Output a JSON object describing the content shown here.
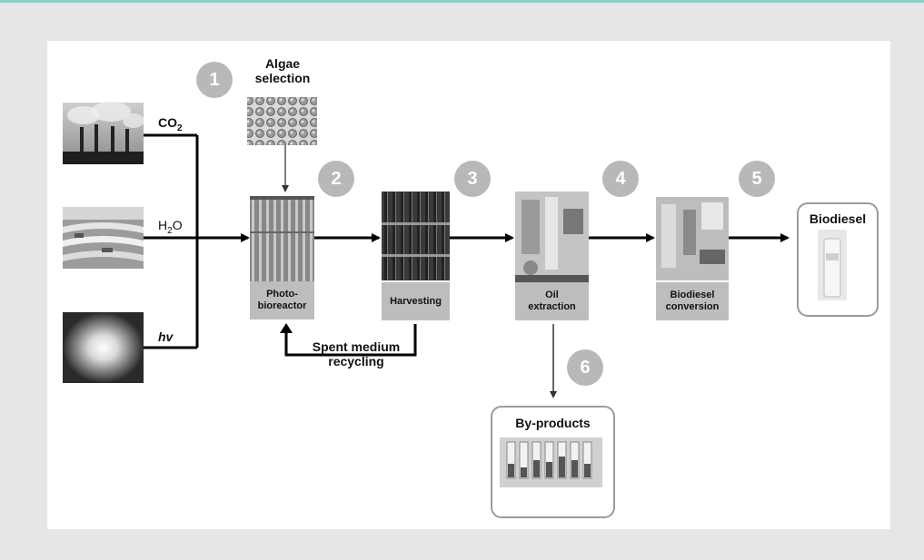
{
  "inputs": {
    "co2": {
      "main": "CO",
      "sub": "2"
    },
    "h2o": {
      "pre": "H",
      "sub": "2",
      "post": "O"
    },
    "light": "hv"
  },
  "algae_selection": "Algae\nselection",
  "steps": [
    "1",
    "2",
    "3",
    "4",
    "5",
    "6"
  ],
  "stages": {
    "photobioreactor": "Photo-\nbioreactor",
    "harvesting": "Harvesting",
    "oil_extraction": "Oil\nextraction",
    "biodiesel_conversion": "Biodiesel\nconversion"
  },
  "recycle_label": "Spent medium\nrecycling",
  "outputs": {
    "biodiesel": "Biodiesel",
    "byproducts": "By-products"
  }
}
